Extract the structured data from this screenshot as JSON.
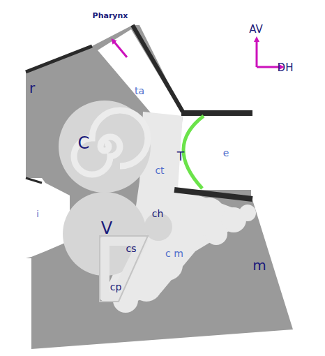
{
  "diagram": {
    "labels": [
      "Pharynx",
      "AV",
      "DH",
      "r",
      "ta",
      "C",
      "T",
      "e",
      "ct",
      "i",
      "ch",
      "V",
      "cs",
      "c m",
      "m",
      "cp"
    ]
  }
}
